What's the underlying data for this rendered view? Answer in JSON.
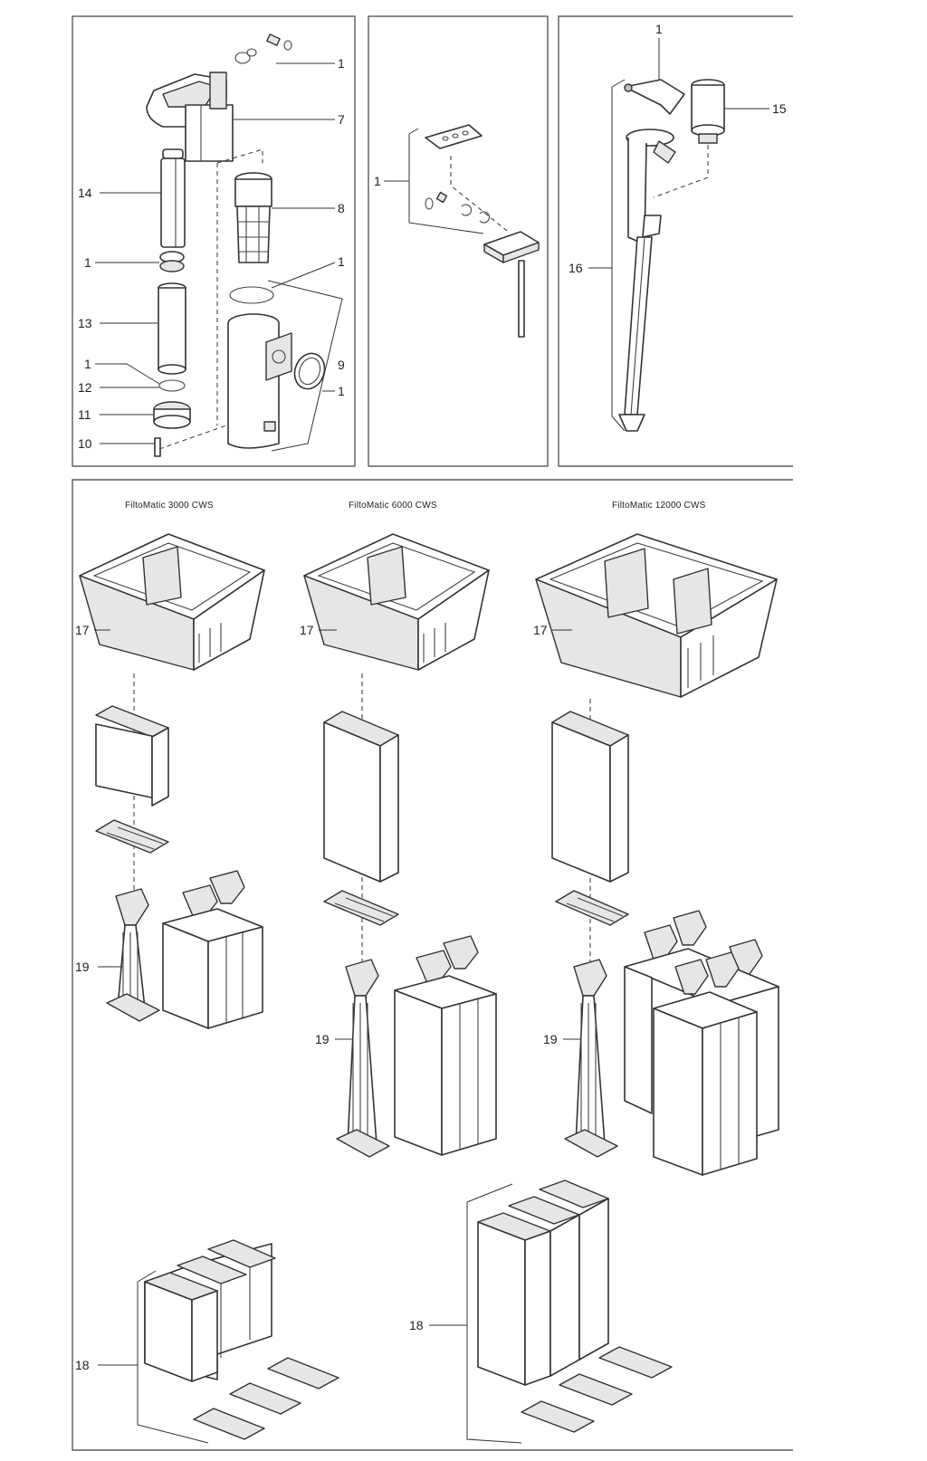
{
  "captions": [
    "FiltoMatic 3000 CWS",
    "FiltoMatic 6000 CWS",
    "FiltoMatic 12000 CWS"
  ],
  "callouts": {
    "p1_seal_top": "1",
    "p1_motor": "7",
    "p1_basket": "8",
    "p1_oring_right": "1",
    "p1_housing": "9",
    "p1_oring_side": "1",
    "p1_tube_upper": "14",
    "p1_seal_mid": "1",
    "p1_tube_lower": "13",
    "p1_seal_low": "1",
    "p1_ring": "12",
    "p1_nut": "11",
    "p1_screw": "10",
    "p2_kit": "1",
    "p3_kit": "1",
    "p3_valve": "15",
    "p3_pipe": "16",
    "tray_a": "17",
    "tray_b": "17",
    "tray_c": "17",
    "holder_a": "19",
    "holder_b": "19",
    "holder_c": "19",
    "set_small": "18",
    "set_large": "18"
  }
}
